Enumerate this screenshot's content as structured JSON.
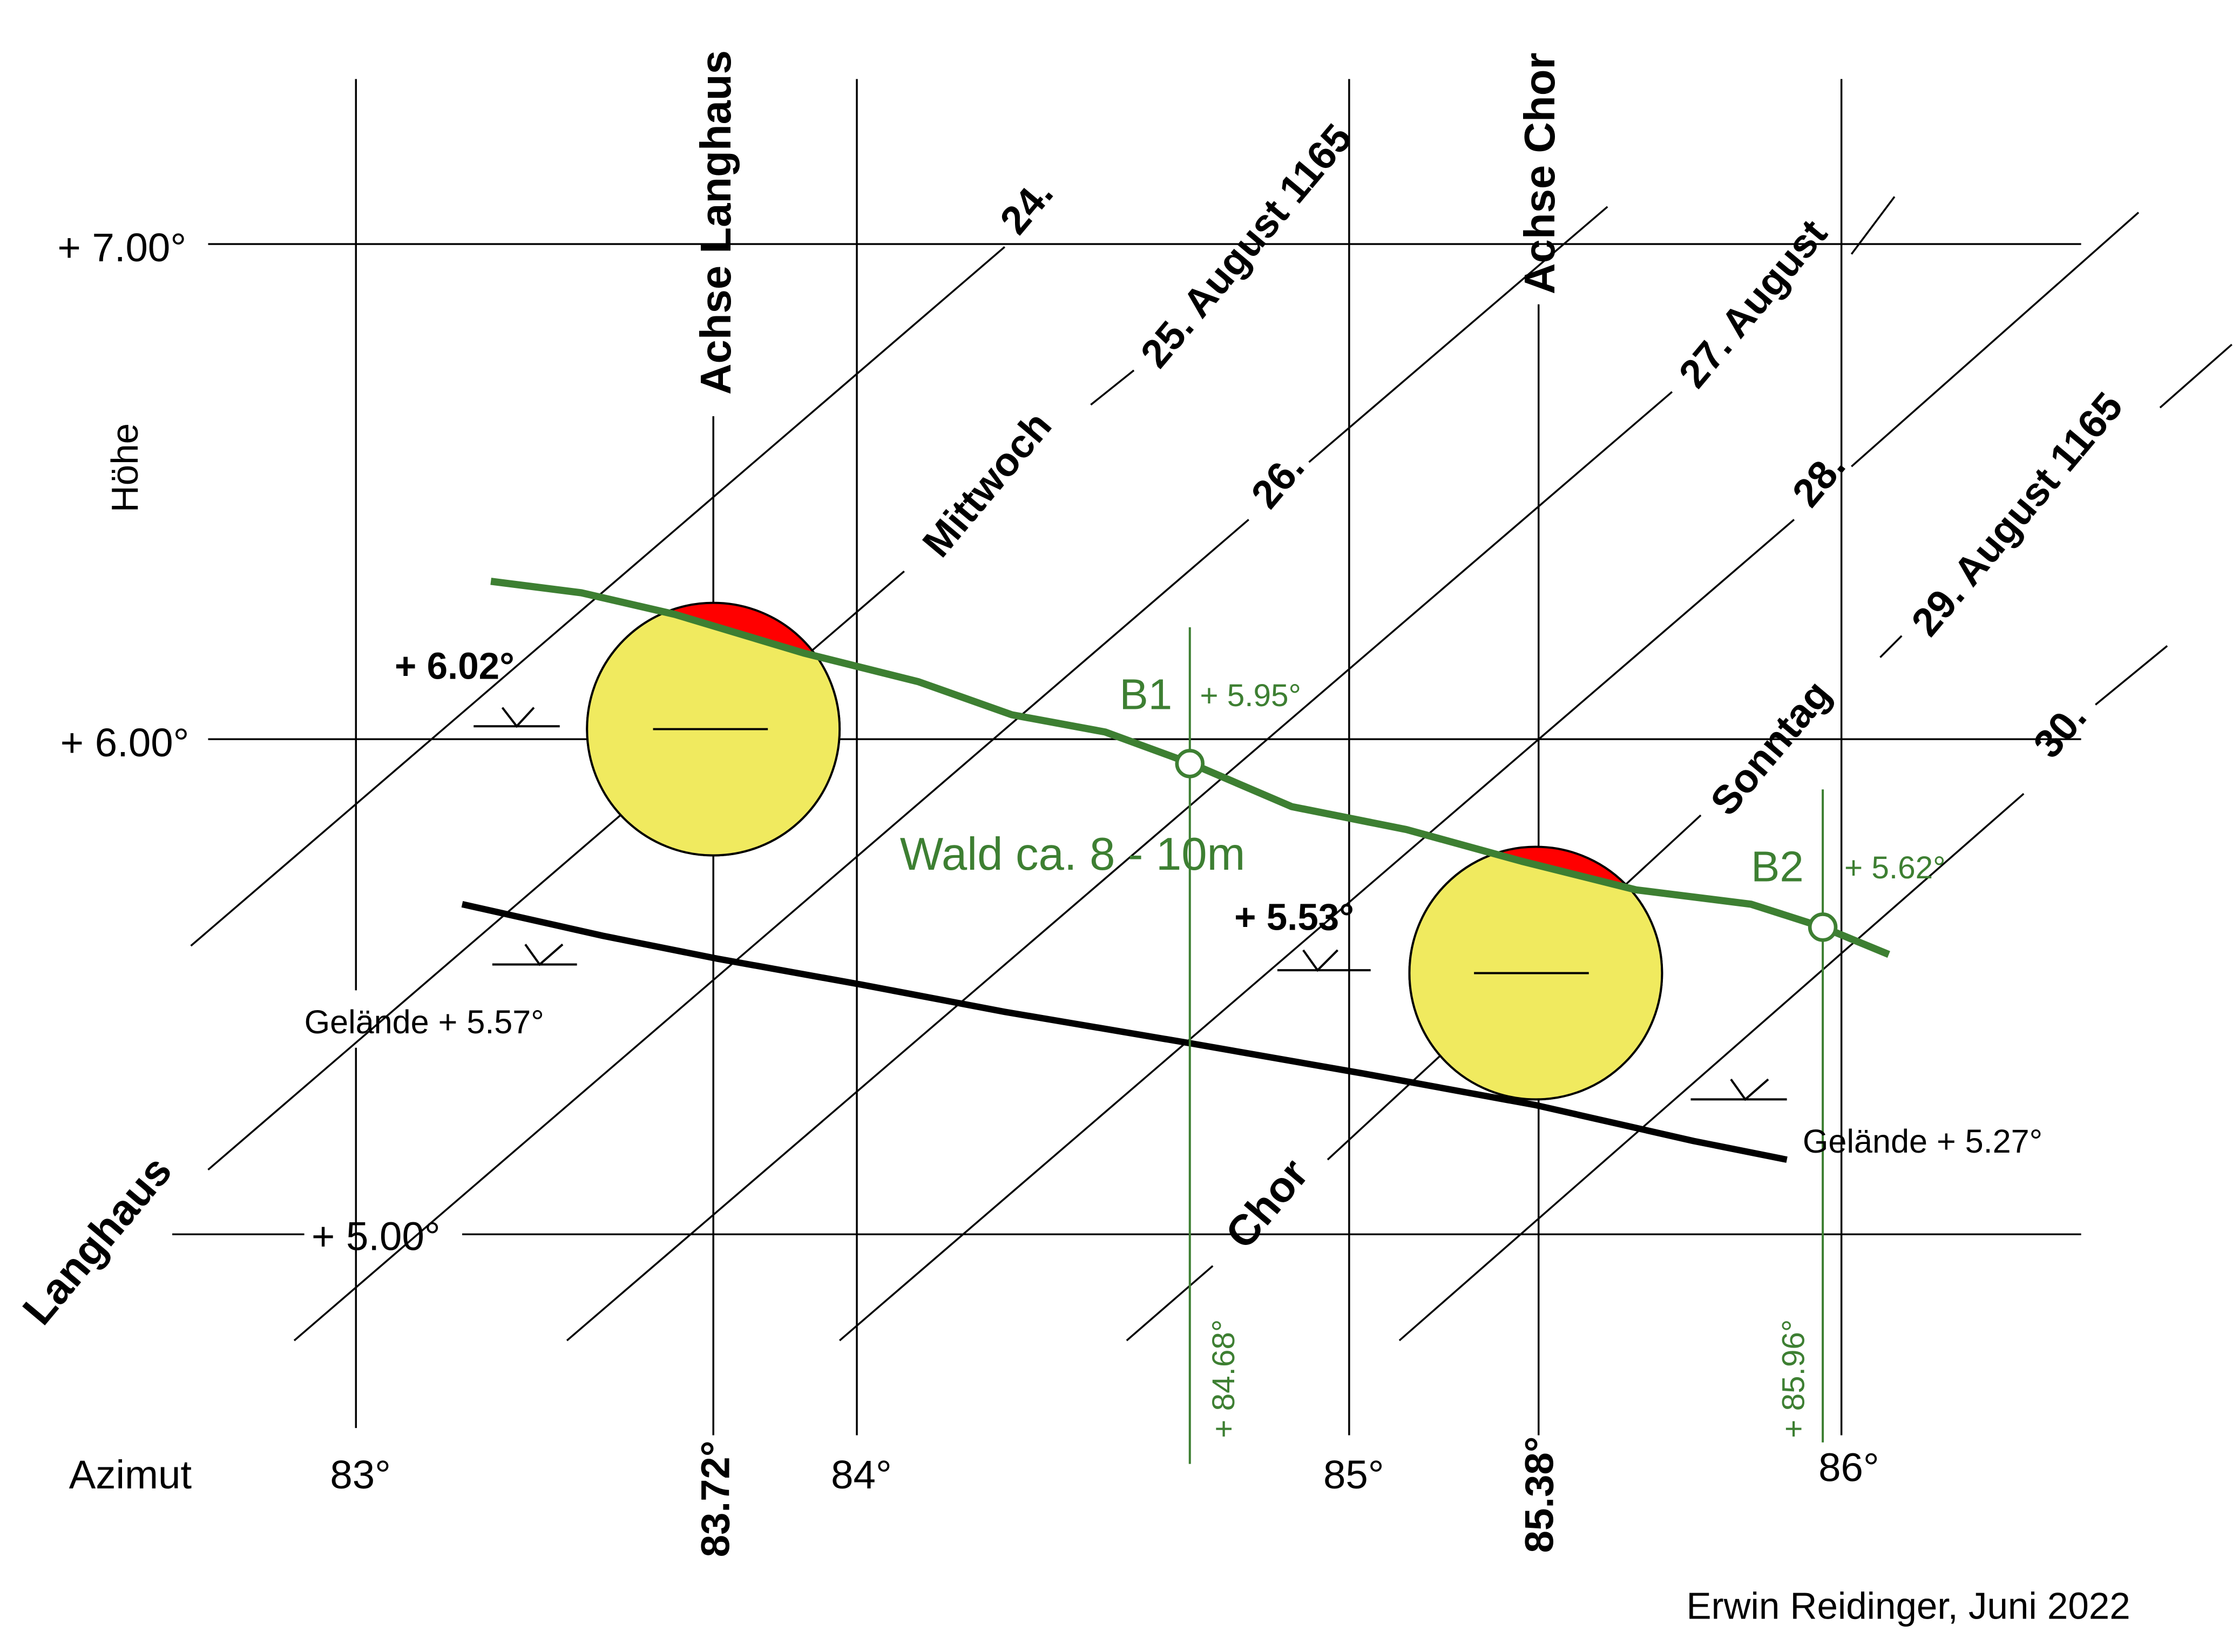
{
  "title_axes": {
    "y_label": "Höhe",
    "x_label": "Azimut"
  },
  "y_ticks": [
    "+ 7.00°",
    "+ 6.00°",
    "+ 5.00°"
  ],
  "x_ticks": [
    "83°",
    "84°",
    "85°",
    "86°"
  ],
  "axes_marks": {
    "langhaus_axis": "Achse Langhaus",
    "langhaus_azimuth": "83.72°",
    "chor_axis": "Achse Chor",
    "chor_azimuth": "85.38°"
  },
  "date_lines": {
    "d24": "24.",
    "d25": "25. August 1165",
    "mittwoch": "Mittwoch",
    "d26": "26.",
    "d27": "27. August",
    "d28": "28.",
    "d29": "29. August 1165",
    "sonntag": "Sonntag",
    "d30": "30.",
    "langhaus": "Langhaus",
    "chor": "Chor"
  },
  "annotations": {
    "langhaus_height": "+ 6.02°",
    "chor_height": "+ 5.53°",
    "terrain_left": "Gelände + 5.57°",
    "terrain_right": "Gelände + 5.27°",
    "forest": "Wald ca. 8 - 10m",
    "b1": "B1",
    "b1_height": "+ 5.95°",
    "b1_azimuth": "+ 84.68°",
    "b2": "B2",
    "b2_height": "+ 5.62°",
    "b2_azimuth": "+ 85.96°"
  },
  "credit": "Erwin Reidinger, Juni 2022",
  "colors": {
    "forest": "#3d7f32",
    "sun": "#f0ea5f",
    "sun_cap": "#ff0000"
  }
}
